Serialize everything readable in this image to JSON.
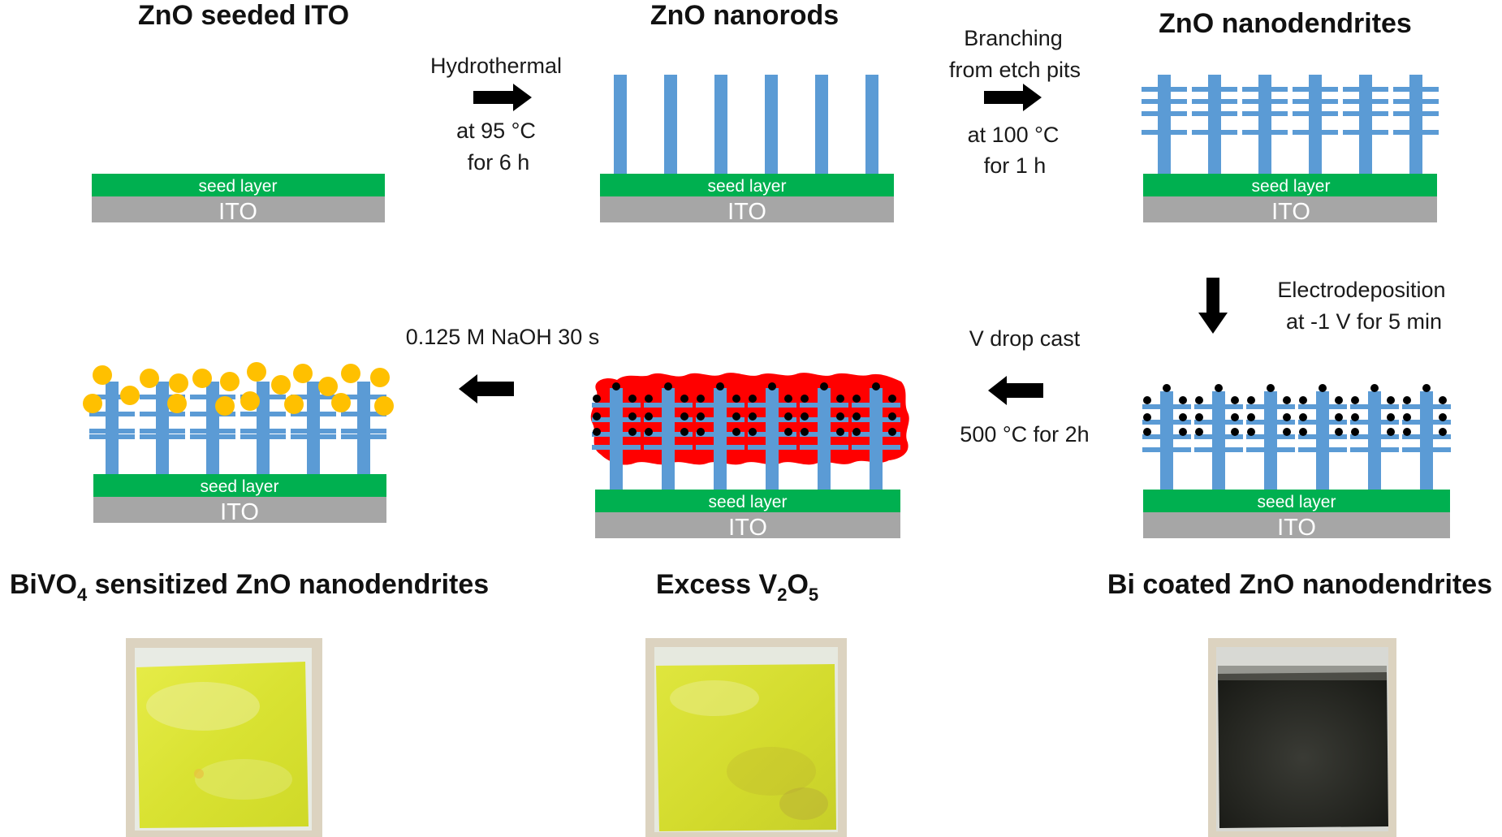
{
  "titles": {
    "seeded": "ZnO seeded ITO",
    "nanorods": "ZnO nanorods",
    "nanodendrites": "ZnO nanodendrites",
    "bivo4_pre": "BiVO",
    "bivo4_sub": "4",
    "bivo4_post": " sensitized ZnO nanodendrites",
    "excess_pre": "Excess V",
    "excess_sub1": "2",
    "excess_mid": "O",
    "excess_sub2": "5",
    "bi_coated": "Bi coated ZnO nanodendrites"
  },
  "layers": {
    "seed": "seed layer",
    "ito": "ITO"
  },
  "steps": {
    "hydrothermal": [
      "Hydrothermal",
      "at 95 °C",
      "for 6 h"
    ],
    "branching": [
      "Branching",
      "from etch pits",
      "at 100 °C",
      "for 1 h"
    ],
    "electrodeposition": [
      "Electrodeposition",
      "at -1 V for 5 min"
    ],
    "vdrop": [
      "V drop cast",
      "500 °C for 2h"
    ],
    "naoh": [
      "0.125 M NaOH 30 s"
    ]
  },
  "colors": {
    "zno": "#5b9bd5",
    "seed": "#00b050",
    "ito": "#a6a6a6",
    "bi": "#000000",
    "v2o5": "#ff0000",
    "bivo4": "#ffc000",
    "arrow": "#000000"
  },
  "photos": {
    "bivo4_film": "#e0e830",
    "v2o5_film": "#d8e030",
    "bi_film": "#2a2b26"
  }
}
